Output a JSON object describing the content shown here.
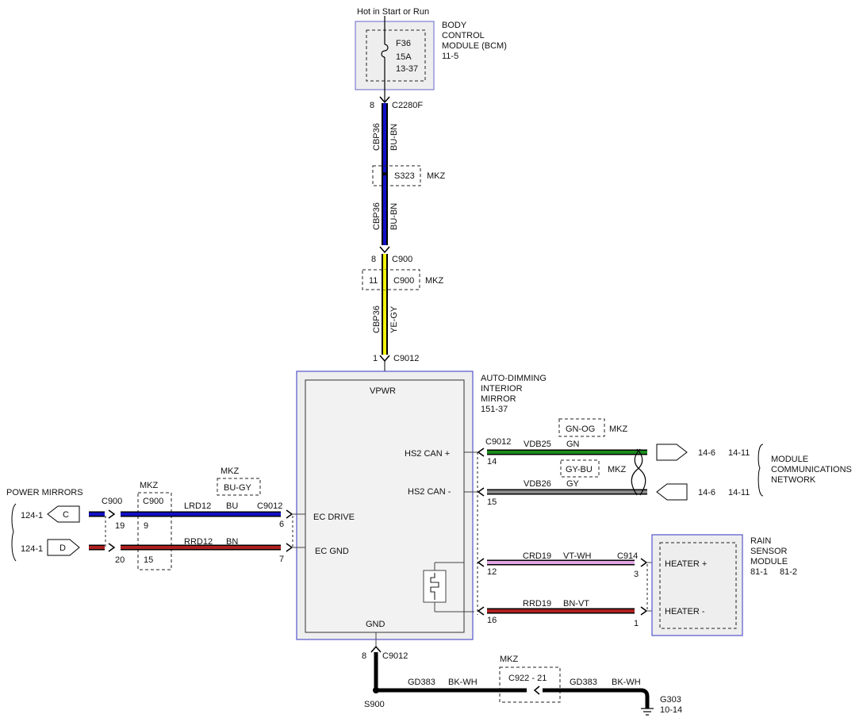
{
  "top": {
    "hot_label": "Hot in Start or Run",
    "fuse": {
      "name": "F36",
      "rating": "15A",
      "ref": "13-37"
    },
    "bcm": {
      "line1": "BODY",
      "line2": "CONTROL",
      "line3": "MODULE (BCM)",
      "ref": "11-5"
    }
  },
  "vertical": {
    "c2280f_pin": "8",
    "c2280f": "C2280F",
    "w1_circuit": "CBP36",
    "w1_color": "BU-BN",
    "splice": "S323",
    "mkz1": "MKZ",
    "w2_circuit": "CBP36",
    "w2_color": "BU-BN",
    "c900_pin": "8",
    "c900": "C900",
    "mkz_c900_pin": "11",
    "mkz_c900": "C900",
    "mkz2": "MKZ",
    "w3_circuit": "CBP36",
    "w3_color": "YE-GY",
    "c9012_pin": "1",
    "c9012": "C9012"
  },
  "mirror": {
    "title1": "AUTO-DIMMING",
    "title2": "INTERIOR",
    "title3": "MIRROR",
    "ref": "151-37",
    "vpwr": "VPWR",
    "hs2canp": "HS2 CAN +",
    "hs2canm": "HS2 CAN -",
    "ecdrive": "EC DRIVE",
    "ecgnd": "EC GND",
    "gnd": "GND"
  },
  "can": {
    "c9012": "C9012",
    "gnog": "GN-OG",
    "mkz_gnog": "MKZ",
    "pin14": "14",
    "vdb25": "VDB25",
    "gn": "GN",
    "gybu": "GY-BU",
    "mkz_gybu": "MKZ",
    "pin15": "15",
    "vdb26": "VDB26",
    "gy": "GY",
    "ref1a": "14-6",
    "ref1b": "14-11",
    "ref2a": "14-6",
    "ref2b": "14-11",
    "network1": "MODULE",
    "network2": "COMMUNICATIONS",
    "network3": "NETWORK"
  },
  "left": {
    "power_mirrors": "POWER MIRRORS",
    "ref_c": "124-1",
    "conn_c": "C",
    "ref_d": "124-1",
    "conn_d": "D",
    "c900": "C900",
    "pin19": "19",
    "pin20": "20",
    "mkz_c900_hdr": "MKZ",
    "mkz_c900": "C900",
    "mkz_pin9": "9",
    "mkz_pin15": "15",
    "mkz_bugy_hdr": "MKZ",
    "bugy": "BU-GY",
    "lrd12": "LRD12",
    "bu": "BU",
    "c9012": "C9012",
    "pin6": "6",
    "rrd12": "RRD12",
    "bn": "BN",
    "pin7": "7"
  },
  "rain": {
    "crd19": "CRD19",
    "vtwh": "VT-WH",
    "c914": "C914",
    "pin12": "12",
    "pin3": "3",
    "rrd19": "RRD19",
    "bnvt": "BN-VT",
    "pin16": "16",
    "pin1": "1",
    "heaterp": "HEATER +",
    "heaterm": "HEATER -",
    "title1": "RAIN",
    "title2": "SENSOR",
    "title3": "MODULE",
    "ref1": "81-1",
    "ref2": "81-2"
  },
  "ground": {
    "pin8": "8",
    "c9012": "C9012",
    "splice": "S900",
    "gd383a": "GD383",
    "bkwha": "BK-WH",
    "mkz": "MKZ",
    "c922": "C922 -  21",
    "gd383b": "GD383",
    "bkwhb": "BK-WH",
    "g303": "G303",
    "g303_ref": "10-14"
  },
  "colors": {
    "blue": "#1010c8",
    "yellow": "#f2f20a",
    "green": "#1a8a1a",
    "gray": "#8a8a8a",
    "red": "#b02020",
    "violet_white": "#e2a6e2",
    "black": "#000000",
    "module_fill": "#eeeeee",
    "module_border": "#5555cc"
  }
}
